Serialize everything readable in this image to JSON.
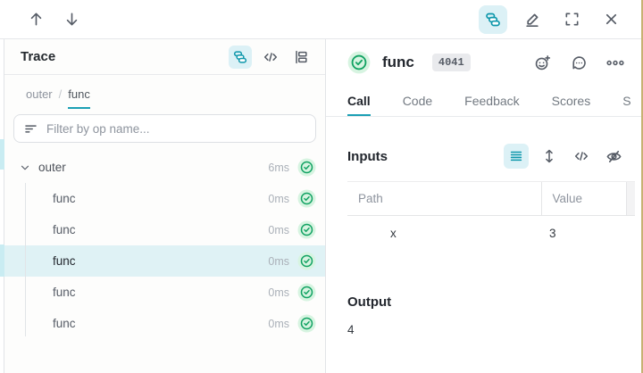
{
  "topbar": {
    "icons": [
      "arrow-up",
      "arrow-down",
      "stack-view",
      "pencil-edit",
      "fullscreen-expand",
      "close"
    ]
  },
  "trace_panel": {
    "title": "Trace",
    "header_icons": [
      "stack-view",
      "code-view",
      "flame-graph-view"
    ],
    "breadcrumb": {
      "items": [
        "outer",
        "func"
      ],
      "separator": "/"
    },
    "filter": {
      "placeholder": "Filter by op name..."
    },
    "tree": [
      {
        "label": "outer",
        "duration": "6ms",
        "status": "success",
        "expanded": true,
        "selected": false
      },
      {
        "label": "func",
        "duration": "0ms",
        "status": "success",
        "selected": false
      },
      {
        "label": "func",
        "duration": "0ms",
        "status": "success",
        "selected": false
      },
      {
        "label": "func",
        "duration": "0ms",
        "status": "success",
        "selected": true
      },
      {
        "label": "func",
        "duration": "0ms",
        "status": "success",
        "selected": false
      },
      {
        "label": "func",
        "duration": "0ms",
        "status": "success",
        "selected": false
      }
    ]
  },
  "detail_panel": {
    "status": "success",
    "title": "func",
    "badge": "4041",
    "header_icons": [
      "add-reaction",
      "comment",
      "overflow-menu"
    ],
    "tabs": [
      {
        "label": "Call",
        "active": true
      },
      {
        "label": "Code",
        "active": false
      },
      {
        "label": "Feedback",
        "active": false
      },
      {
        "label": "Scores",
        "active": false
      },
      {
        "label": "S",
        "active": false
      }
    ],
    "inputs": {
      "heading": "Inputs",
      "toolbar_icons": [
        "list-view",
        "expand-rows",
        "code-view",
        "hide-values"
      ],
      "table": {
        "columns": [
          "Path",
          "Value"
        ],
        "rows": [
          {
            "path": "x",
            "value": "3"
          }
        ]
      }
    },
    "output": {
      "heading": "Output",
      "value": "4"
    }
  },
  "colors": {
    "accent_teal": "#1b9fb4",
    "teal_icon": "#0e97ab",
    "teal_button_bg": "#dcf1f6",
    "selected_row_bg": "#dff2f5",
    "success_green": "#12a363",
    "success_green_bg": "#d7f4e1",
    "badge_bg": "#e9eaed",
    "border": "#e5e7ea",
    "text_primary": "#24292e",
    "text_secondary": "#565c66",
    "text_muted": "#8e949e",
    "duration_text": "#aab0b8",
    "screenshot_edge_tan": "#c8b173"
  }
}
